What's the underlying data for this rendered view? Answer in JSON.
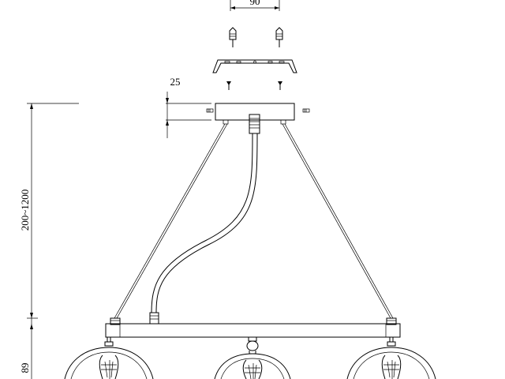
{
  "dimensions": {
    "bracket_width": "90",
    "canopy_height": "25",
    "suspension_length": "200~1200",
    "shade_height": "89"
  },
  "colors": {
    "line": "#000000",
    "background": "#ffffff"
  }
}
